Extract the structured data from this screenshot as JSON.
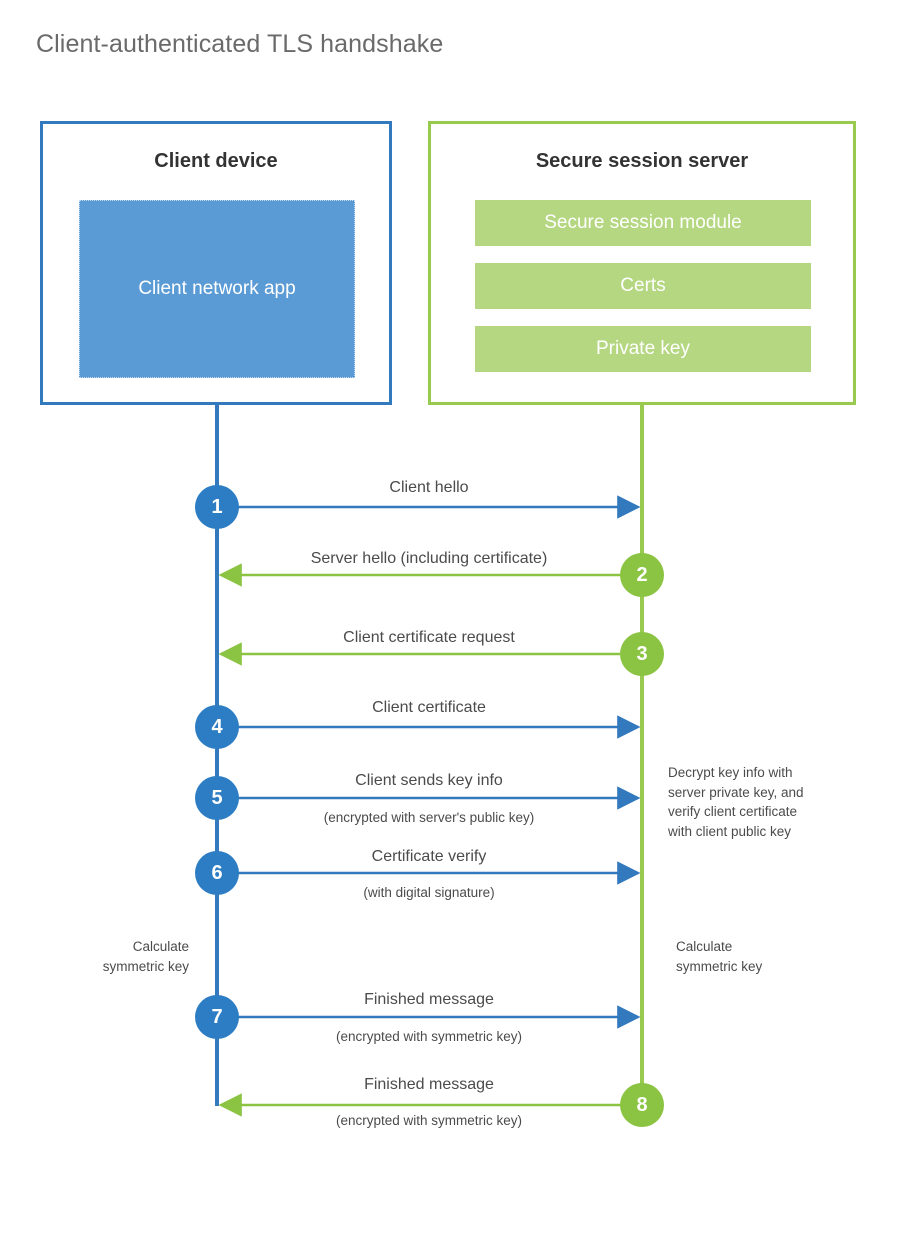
{
  "title": "Client-authenticated TLS handshake",
  "colors": {
    "client_blue": "#3279be",
    "client_app_fill": "#5b9bd5",
    "client_circle": "#2d7dc4",
    "server_green": "#97ca4f",
    "server_bar_fill": "#b5d781",
    "server_circle": "#8bc443",
    "title_gray": "#6a6a6a",
    "text_gray": "#4b4b4b"
  },
  "entities": {
    "client": {
      "title": "Client device",
      "app_label": "Client network app"
    },
    "server": {
      "title": "Secure session server",
      "components": [
        "Secure session module",
        "Certs",
        "Private key"
      ]
    }
  },
  "steps": [
    {
      "number": "1",
      "label": "Client hello",
      "sub": "",
      "direction": "client-to-server",
      "origin": "client"
    },
    {
      "number": "2",
      "label": "Server hello (including certificate)",
      "sub": "",
      "direction": "server-to-client",
      "origin": "server"
    },
    {
      "number": "3",
      "label": "Client certificate request",
      "sub": "",
      "direction": "server-to-client",
      "origin": "server"
    },
    {
      "number": "4",
      "label": "Client certificate",
      "sub": "",
      "direction": "client-to-server",
      "origin": "client"
    },
    {
      "number": "5",
      "label": "Client sends key info",
      "sub": "(encrypted with server's public key)",
      "direction": "client-to-server",
      "origin": "client"
    },
    {
      "number": "6",
      "label": "Certificate verify",
      "sub": "(with digital signature)",
      "direction": "client-to-server",
      "origin": "client"
    },
    {
      "number": "7",
      "label": "Finished message",
      "sub": "(encrypted with symmetric key)",
      "direction": "client-to-server",
      "origin": "client"
    },
    {
      "number": "8",
      "label": "Finished message",
      "sub": "(encrypted with symmetric key)",
      "direction": "server-to-client",
      "origin": "server"
    }
  ],
  "notes": {
    "server_decrypt": [
      "Decrypt key info with",
      "server private key, and",
      "verify client certificate",
      "with client public key"
    ],
    "client_calculate": [
      "Calculate",
      "symmetric key"
    ],
    "server_calculate": [
      "Calculate",
      "symmetric key"
    ]
  }
}
